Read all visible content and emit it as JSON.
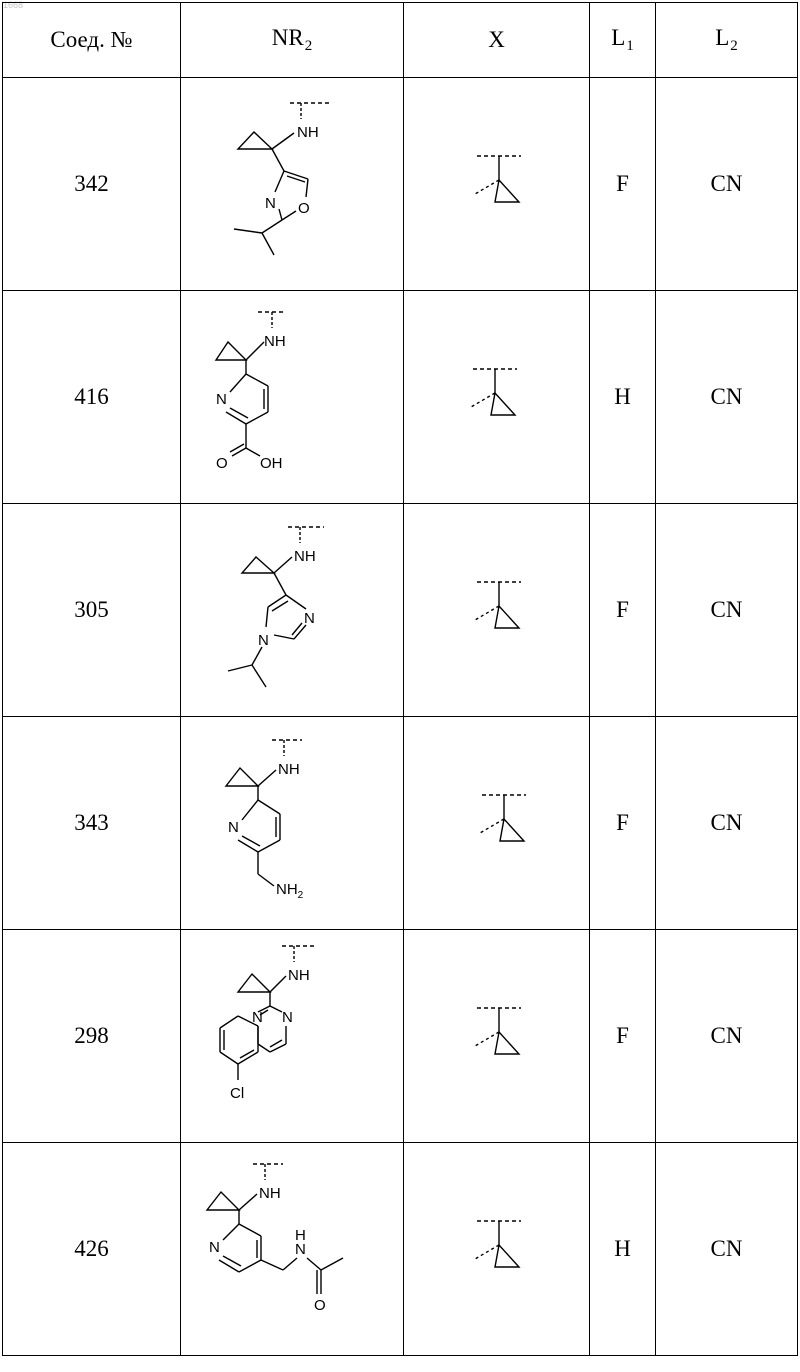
{
  "page_number": "1668",
  "table": {
    "headers": {
      "compound_no": "Соед. №",
      "nr2_main": "NR",
      "nr2_sub": "2",
      "x": "X",
      "l1_main": "L",
      "l1_sub": "1",
      "l2_main": "L",
      "l2_sub": "2"
    },
    "rows": [
      {
        "compound": "342",
        "l1": "F",
        "l2": "CN",
        "nr2_structure": "1-(2-isopropyloxazol-4-yl)cyclopropyl-NH",
        "atoms": {
          "nh": "NH",
          "n": "N",
          "o": "O"
        }
      },
      {
        "compound": "416",
        "l1": "H",
        "l2": "CN",
        "nr2_structure": "1-(5-carboxypyridin-2-yl)cyclopropyl-NH",
        "atoms": {
          "nh": "NH",
          "n": "N",
          "o": "O",
          "oh": "OH"
        }
      },
      {
        "compound": "305",
        "l1": "F",
        "l2": "CN",
        "nr2_structure": "1-(1-isopropylimidazol-4-yl)cyclopropyl-NH",
        "atoms": {
          "nh": "NH",
          "n1": "N",
          "n2": "N"
        }
      },
      {
        "compound": "343",
        "l1": "F",
        "l2": "CN",
        "nr2_structure": "1-(5-(aminomethyl)pyridin-2-yl)cyclopropyl-NH",
        "atoms": {
          "nh": "NH",
          "n": "N",
          "nh2": "NH",
          "nh2_sub": "2"
        }
      },
      {
        "compound": "298",
        "l1": "F",
        "l2": "CN",
        "nr2_structure": "1-(6-chloroquinazolin-2-yl)cyclopropyl-NH",
        "atoms": {
          "nh": "NH",
          "n1": "N",
          "n2": "N",
          "cl": "Cl"
        }
      },
      {
        "compound": "426",
        "l1": "H",
        "l2": "CN",
        "nr2_structure": "1-(4-(acetamidomethyl)pyridin-2-yl)cyclopropyl-NH",
        "atoms": {
          "nh": "NH",
          "n": "N",
          "h": "H",
          "n_amide": "N",
          "o": "O"
        }
      }
    ],
    "x_structure": "cyclopropane-1,1-diyl"
  }
}
